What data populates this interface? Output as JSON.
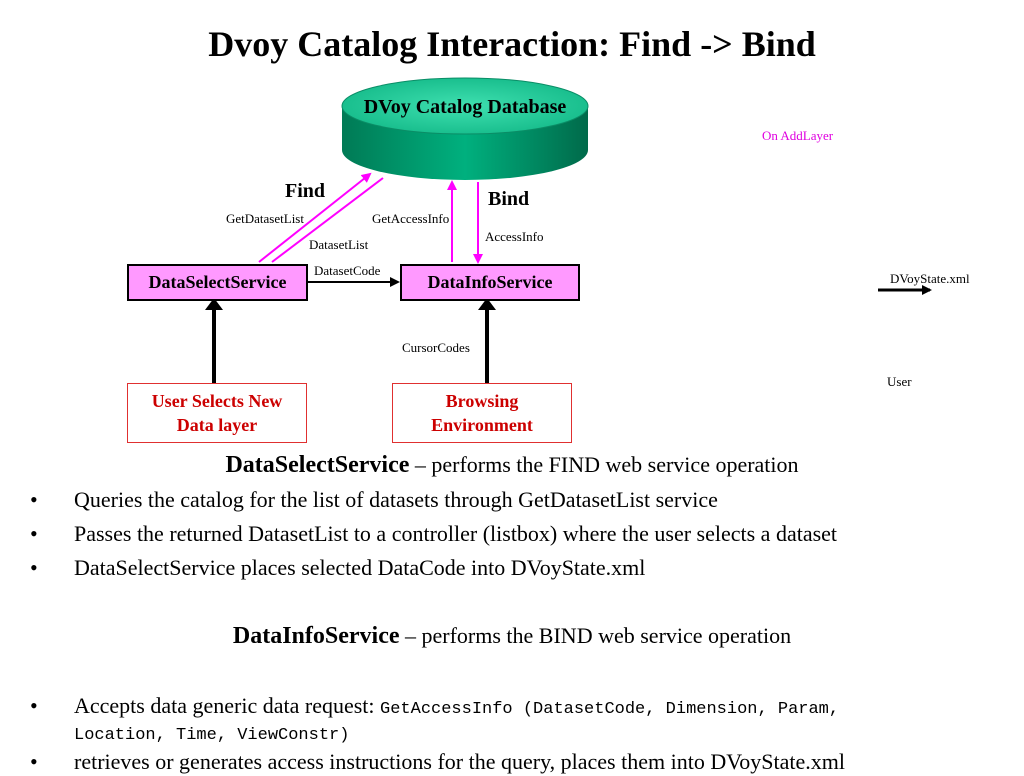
{
  "title": "Dvoy Catalog Interaction: Find -> Bind",
  "diagram": {
    "database": "DVoy Catalog Database",
    "on_add_layer": "On AddLayer",
    "find": "Find",
    "bind": "Bind",
    "get_dataset_list": "GetDatasetList",
    "dataset_list": "DatasetList",
    "get_access_info": "GetAccessInfo",
    "access_info": "AccessInfo",
    "dataset_code": "DatasetCode",
    "cursor_codes": "CursorCodes",
    "data_select_service": "DataSelectService",
    "data_info_service": "DataInfoService",
    "user_selects_line1": "User Selects New",
    "user_selects_line2": "Data layer",
    "browsing_line1": "Browsing",
    "browsing_line2": "Environment",
    "dvoy_state": "DVoyState.xml",
    "user": "User"
  },
  "section1": {
    "heading_bold": "DataSelectService",
    "heading_rest": " – performs the FIND web service operation",
    "bullets": [
      "Queries the catalog for the list of datasets through GetDatasetList service",
      "Passes the returned DatasetList to a controller (listbox) where the user selects a dataset",
      "DataSelectService places selected DataCode into DVoyState.xml"
    ]
  },
  "section2": {
    "heading_bold": "DataInfoService",
    "heading_rest": " – performs the BIND web service operation",
    "bullet1_text": "Accepts data generic data request: ",
    "bullet1_code_line1": "GetAccessInfo (DatasetCode, Dimension, Param,",
    "bullet1_code_line2": "Location, Time, ViewConstr)",
    "bullet2": "retrieves or generates access instructions for the query, places them into DVoyState.xml"
  },
  "bullet_char": "•",
  "colors": {
    "service_fill": "#ff99ff",
    "database_fill": "#00a878",
    "arrow_magenta": "#ff00ff",
    "source_text": "#cc0000"
  }
}
